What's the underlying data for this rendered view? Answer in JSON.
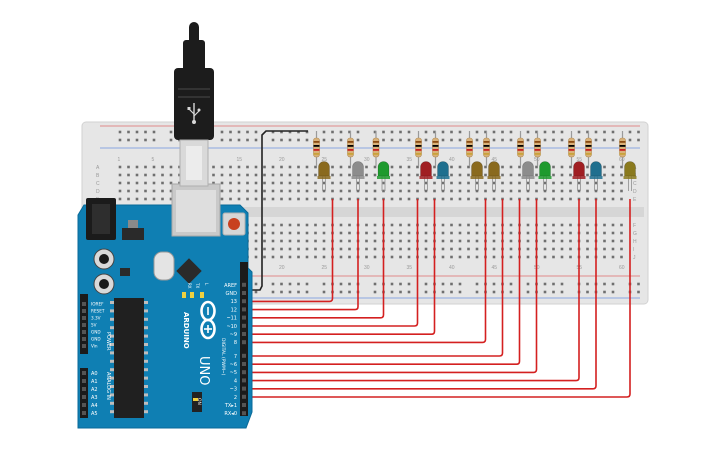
{
  "breadboard": {
    "top_row_letters": [
      "A",
      "B",
      "C",
      "D",
      "E"
    ],
    "bottom_row_letters": [
      "F",
      "G",
      "H",
      "I",
      "J"
    ],
    "column_numbers_top": [
      "1",
      "5",
      "10",
      "15",
      "20",
      "25",
      "30",
      "35",
      "40",
      "45",
      "50",
      "55",
      "60"
    ],
    "column_numbers_bottom": [
      "20",
      "25",
      "30",
      "35",
      "40",
      "45",
      "50",
      "55",
      "60"
    ]
  },
  "arduino": {
    "brand": "ARDUINO",
    "model": "UNO",
    "digital_header_label": "DIGITAL (PWM~)",
    "power_header_label": "POWER",
    "analog_header_label": "ANALOG IN",
    "on_label": "ON",
    "tx_led_label": "TX",
    "rx_led_label": "RX",
    "l_led_label": "L",
    "digital_pins": [
      "AREF",
      "GND",
      "13",
      "12",
      "~11",
      "~10",
      "~9",
      "8",
      "7",
      "~6",
      "~5",
      "4",
      "~3",
      "2",
      "TX▸1",
      "RX◂0"
    ],
    "power_pins": [
      "IOREF",
      "RESET",
      "3.3V",
      "5V",
      "GND",
      "GND",
      "Vin"
    ],
    "analog_pins": [
      "A0",
      "A1",
      "A2",
      "A3",
      "A4",
      "A5"
    ]
  },
  "leds": [
    {
      "pin": "13",
      "color": "#8a6a1e"
    },
    {
      "pin": "12",
      "color": "#8c8c8c"
    },
    {
      "pin": "~11",
      "color": "#1e9a2e"
    },
    {
      "pin": "~10",
      "color": "#a01e22"
    },
    {
      "pin": "~9",
      "color": "#1f6f8e"
    },
    {
      "pin": "8",
      "color": "#8a6a1e"
    },
    {
      "pin": "7",
      "color": "#8a6a1e"
    },
    {
      "pin": "~6",
      "color": "#8c8c8c"
    },
    {
      "pin": "~5",
      "color": "#1e9a2e"
    },
    {
      "pin": "4",
      "color": "#a01e22"
    },
    {
      "pin": "~3",
      "color": "#1f6f8e"
    },
    {
      "pin": "2",
      "color": "#8a7a1e"
    }
  ],
  "colors": {
    "wire_signal": "#d42020",
    "wire_ground": "#222222",
    "board_blue": "#0f7fb3",
    "breadboard": "#e6e6e6"
  }
}
